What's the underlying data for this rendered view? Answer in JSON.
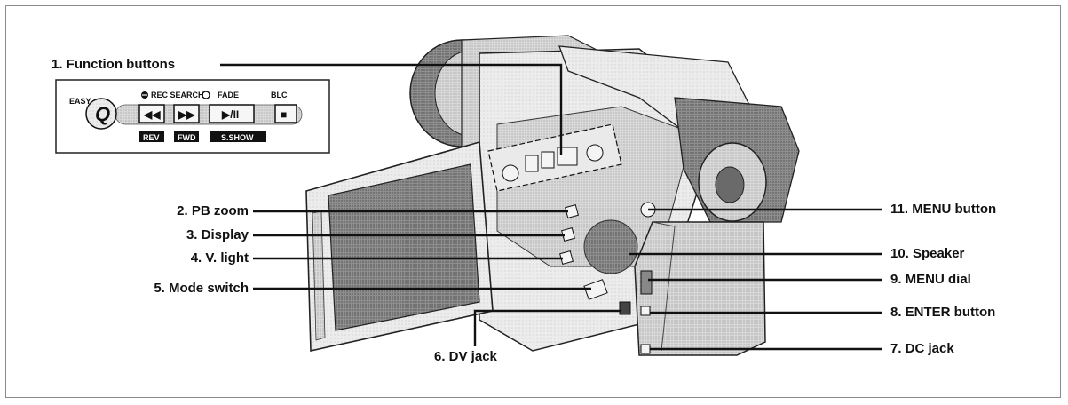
{
  "callouts": {
    "function_buttons": "1. Function buttons",
    "pb_zoom": "2. PB zoom",
    "display": "3. Display",
    "v_light": "4. V. light",
    "mode_switch": "5. Mode switch",
    "dv_jack": "6. DV jack",
    "dc_jack": "7. DC jack",
    "enter_button": "8. ENTER button",
    "menu_dial": "9. MENU dial",
    "speaker": "10. Speaker",
    "menu_button": "11. MENU button"
  },
  "inset_panel": {
    "easy": "EASY",
    "easy_q": "Q",
    "rec_search": "REC SEARCH",
    "fade": "FADE",
    "blc": "BLC",
    "rev": "REV",
    "fwd": "FWD",
    "s_show": "S.SHOW",
    "rew_symbol": "◀◀",
    "ff_symbol": "▶▶",
    "play_pause_symbol": "▶/II",
    "stop_symbol": "■"
  }
}
